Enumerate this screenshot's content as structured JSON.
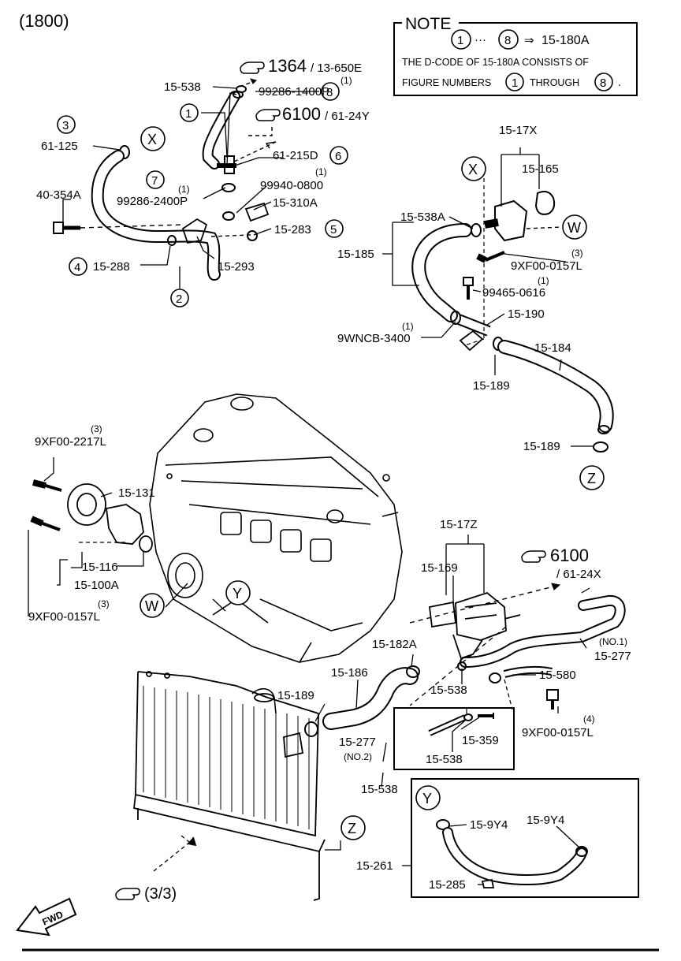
{
  "header": {
    "code": "(1800)"
  },
  "note": {
    "title": "NOTE",
    "range_from": "1",
    "range_sep": "···",
    "range_to": "8",
    "arrow": "⇒",
    "ref": "15-180A",
    "line2": "THE D-CODE OF 15-180A CONSISTS OF",
    "line3a": "FIGURE NUMBERS",
    "line3b": "THROUGH",
    "num1": "1",
    "num8": "8",
    "period": "."
  },
  "refs": {
    "r1364": "1364",
    "r1364b": "/ 13-650E",
    "r6100a": "6100",
    "r6100ab": "/ 61-24Y",
    "r6100b": "6100",
    "r6100bb": "/ 61-24X",
    "r33": "(3/3)"
  },
  "labels": {
    "l15538a": "15-538",
    "l99286_1400p": "99286-1400P",
    "q1a": "(1)",
    "n8": "8",
    "n1": "1",
    "n3": "3",
    "l61125": "61-125",
    "x1": "X",
    "l61215d": "61-215D",
    "n6": "6",
    "n7": "7",
    "l99940": "99940-0800",
    "q1b": "(1)",
    "q1c": "(1)",
    "l99286_2400p": "99286-2400P",
    "l40354a": "40-354A",
    "l15310a": "15-310A",
    "l15283": "15-283",
    "n5": "5",
    "n4": "4",
    "l15288": "15-288",
    "l15293": "15-293",
    "n2": "2",
    "l1517x": "15-17X",
    "x2": "X",
    "l15165": "15-165",
    "l15538aa": "15-538A",
    "w1": "W",
    "l15185": "15-185",
    "q3a": "(3)",
    "l9xf00_0157l_a": "9XF00-0157L",
    "q1d": "(1)",
    "l99465": "99465-0616",
    "l15190": "15-190",
    "q1e": "(1)",
    "l9wncb": "9WNCB-3400",
    "l15184": "15-184",
    "l15189a": "15-189",
    "l15189b": "15-189",
    "z1": "Z",
    "q3b": "(3)",
    "l9xf00_2217l": "9XF00-2217L",
    "l15131": "15-131",
    "l15116": "15-116",
    "l15100a": "15-100A",
    "w2": "W",
    "y1": "Y",
    "l9xf00_0157l_b": "9XF00-0157L",
    "q3c": "(3)",
    "l1517z": "15-17Z",
    "l15169": "15-169",
    "l15182a": "15-182A",
    "no1": "(NO.1)",
    "l15277a": "15-277",
    "l15186": "15-186",
    "l15538b": "15-538",
    "l15580": "15-580",
    "l15189c": "15-189",
    "q4": "(4)",
    "l9xf00_0157l_c": "9XF00-0157L",
    "l15277b": "15-277",
    "no2": "(NO.2)",
    "l15359": "15-359",
    "l15538c": "15-538",
    "l15538d": "15-538",
    "y2": "Y",
    "l159y4a": "15-9Y4",
    "l159y4b": "15-9Y4",
    "z2": "Z",
    "l15261": "15-261",
    "l15285": "15-285",
    "fwd": "FWD"
  }
}
